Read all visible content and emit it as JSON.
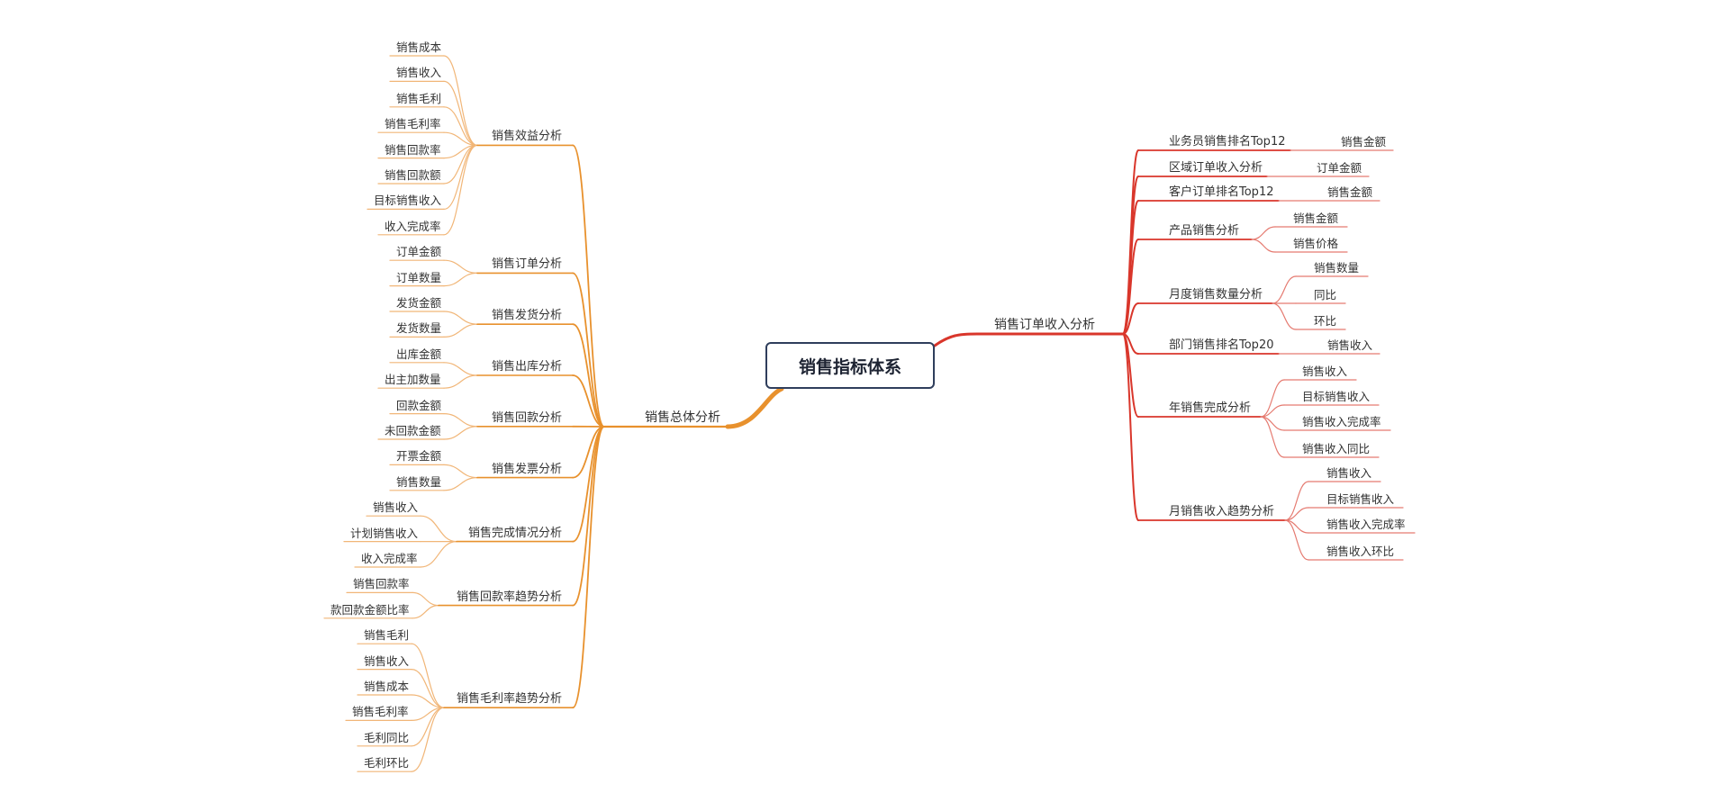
{
  "root": "销售指标体系",
  "colors": {
    "left": "#E8912D",
    "left_light": "#F1B678",
    "right": "#D9362B",
    "right_light": "#E57A70",
    "root_border": "#2F3E5C"
  },
  "left": {
    "label": "销售总体分析",
    "children": [
      {
        "label": "销售效益分析",
        "leaves": [
          "销售成本",
          "销售收入",
          "销售毛利",
          "销售毛利率",
          "销售回款率",
          "销售回款额",
          "目标销售收入",
          "收入完成率"
        ]
      },
      {
        "label": "销售订单分析",
        "leaves": [
          "订单金额",
          "订单数量"
        ]
      },
      {
        "label": "销售发货分析",
        "leaves": [
          "发货金额",
          "发货数量"
        ]
      },
      {
        "label": "销售出库分析",
        "leaves": [
          "出库金额",
          "出主加数量"
        ]
      },
      {
        "label": "销售回款分析",
        "leaves": [
          "回款金额",
          "未回款金额"
        ]
      },
      {
        "label": "销售发票分析",
        "leaves": [
          "开票金额",
          "销售数量"
        ]
      },
      {
        "label": "销售完成情况分析",
        "leaves": [
          "销售收入",
          "计划销售收入",
          "收入完成率"
        ]
      },
      {
        "label": "销售回款率趋势分析",
        "leaves": [
          "销售回款率",
          "款回款金额比率"
        ]
      },
      {
        "label": "销售毛利率趋势分析",
        "leaves": [
          "销售毛利",
          "销售收入",
          "销售成本",
          "销售毛利率",
          "毛利同比",
          "毛利环比"
        ]
      }
    ]
  },
  "right": {
    "label": "销售订单收入分析",
    "children": [
      {
        "label": "业务员销售排名Top12",
        "leaves": [
          "销售金额"
        ]
      },
      {
        "label": "区域订单收入分析",
        "leaves": [
          "订单金额"
        ]
      },
      {
        "label": "客户订单排名Top12",
        "leaves": [
          "销售金额"
        ]
      },
      {
        "label": "产品销售分析",
        "leaves": [
          "销售金额",
          "销售价格"
        ]
      },
      {
        "label": "月度销售数量分析",
        "leaves": [
          "销售数量",
          "同比",
          "环比"
        ]
      },
      {
        "label": "部门销售排名Top20",
        "leaves": [
          "销售收入"
        ]
      },
      {
        "label": "年销售完成分析",
        "leaves": [
          "销售收入",
          "目标销售收入",
          "销售收入完成率",
          "销售收入同比"
        ]
      },
      {
        "label": "月销售收入趋势分析",
        "leaves": [
          "销售收入",
          "目标销售收入",
          "销售收入完成率",
          "销售收入环比"
        ]
      }
    ]
  }
}
